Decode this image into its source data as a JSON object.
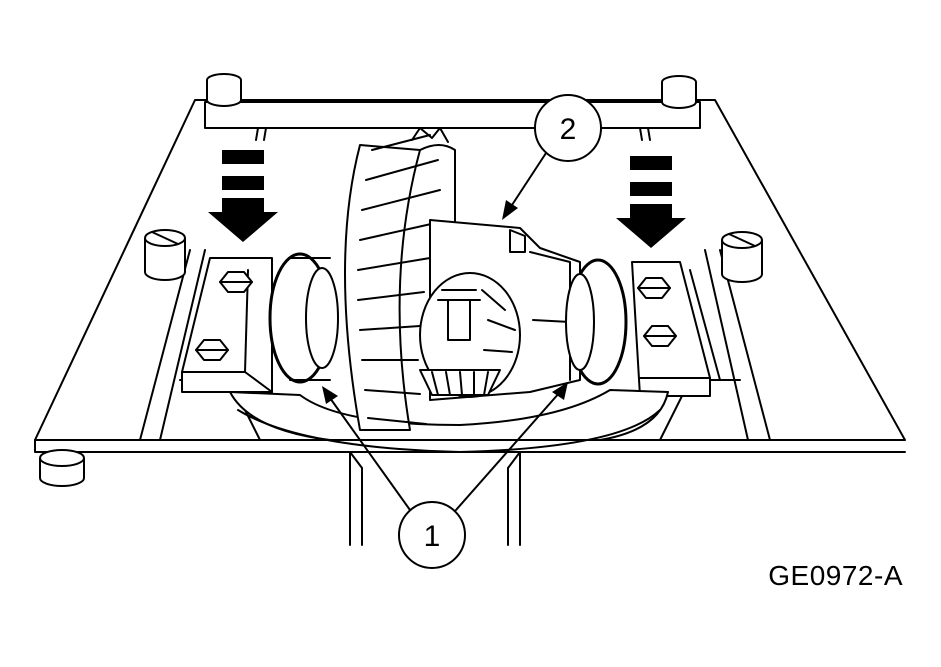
{
  "figure_code": "GE0972-A",
  "callouts": [
    {
      "id": "1",
      "label": "1"
    },
    {
      "id": "2",
      "label": "2"
    }
  ],
  "colors": {
    "ink": "#000000",
    "paper": "#ffffff"
  }
}
